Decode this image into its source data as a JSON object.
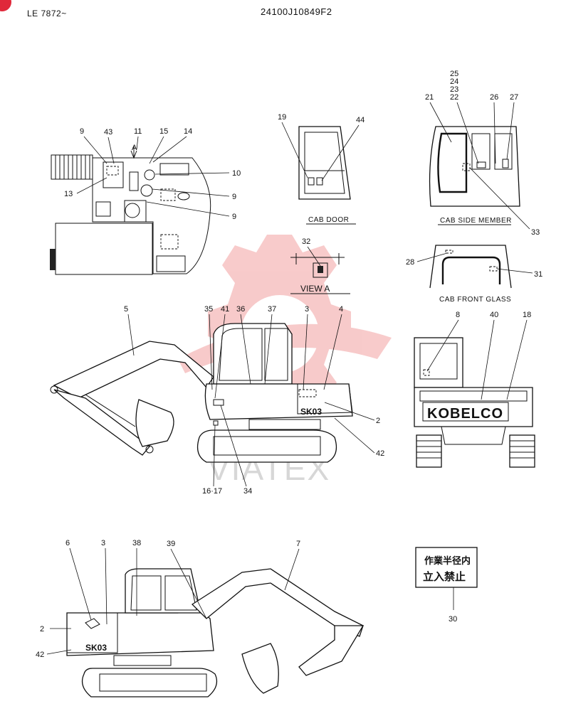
{
  "header": {
    "left_code": "LE 7872~",
    "drawing_number": "24100J10849F2"
  },
  "watermark": {
    "text": "VIATEX",
    "color": "#f2a0a0"
  },
  "captions": {
    "cab_door": "CAB  DOOR",
    "cab_side_member": "CAB SIDE MEMBER",
    "view_a": "VIEW  A",
    "cab_front_glass": "CAB FRONT GLASS",
    "view_a_arrow": "A"
  },
  "decals": {
    "kobelco": "KOBELCO",
    "model": "SK03",
    "model_small": "SK03"
  },
  "warning_sign": {
    "line1": "作業半径内",
    "line2": "立入禁止",
    "part_no": "30"
  },
  "callouts": {
    "top_view": [
      "9",
      "43",
      "11",
      "15",
      "14",
      "10",
      "13",
      "9",
      "9",
      "A"
    ],
    "cab_door": [
      "19",
      "44"
    ],
    "cab_side": [
      "25",
      "24",
      "23",
      "22",
      "21",
      "26",
      "27",
      "33"
    ],
    "view_a": [
      "32"
    ],
    "front_glass": [
      "28",
      "31"
    ],
    "side_view": [
      "5",
      "35",
      "41",
      "36",
      "37",
      "3",
      "4",
      "2",
      "42",
      "16·17",
      "34"
    ],
    "rear_view": [
      "8",
      "40",
      "18"
    ],
    "left_view": [
      "6",
      "3",
      "38",
      "39",
      "7",
      "2",
      "42"
    ]
  }
}
